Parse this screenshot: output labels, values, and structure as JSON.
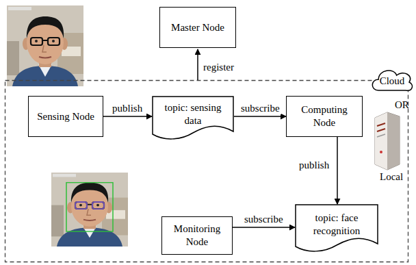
{
  "diagram": {
    "nodes": [
      {
        "text": [
          "Master Node"
        ]
      },
      {
        "text": [
          "Cloud"
        ]
      },
      {
        "text": [
          "Sensing Node"
        ]
      },
      {
        "text": [
          "topic: sensing data"
        ]
      },
      {
        "text": [
          "Computing Node"
        ]
      },
      {
        "text": [
          "Monitoring Node"
        ]
      },
      {
        "text": [
          "topic: face recognition"
        ]
      }
    ],
    "edges": [
      {
        "from": 2,
        "to": 3,
        "label": "publish",
        "arrow": "to"
      },
      {
        "from": 3,
        "to": 4,
        "label": "subscribe",
        "arrow": "to"
      },
      {
        "from": 4,
        "to": 6,
        "label": "publish",
        "arrow": "to"
      },
      {
        "from": 5,
        "to": 6,
        "label": "subscribe",
        "arrow": "to"
      }
    ],
    "labels": [
      "register",
      "OR",
      "Local"
    ]
  }
}
